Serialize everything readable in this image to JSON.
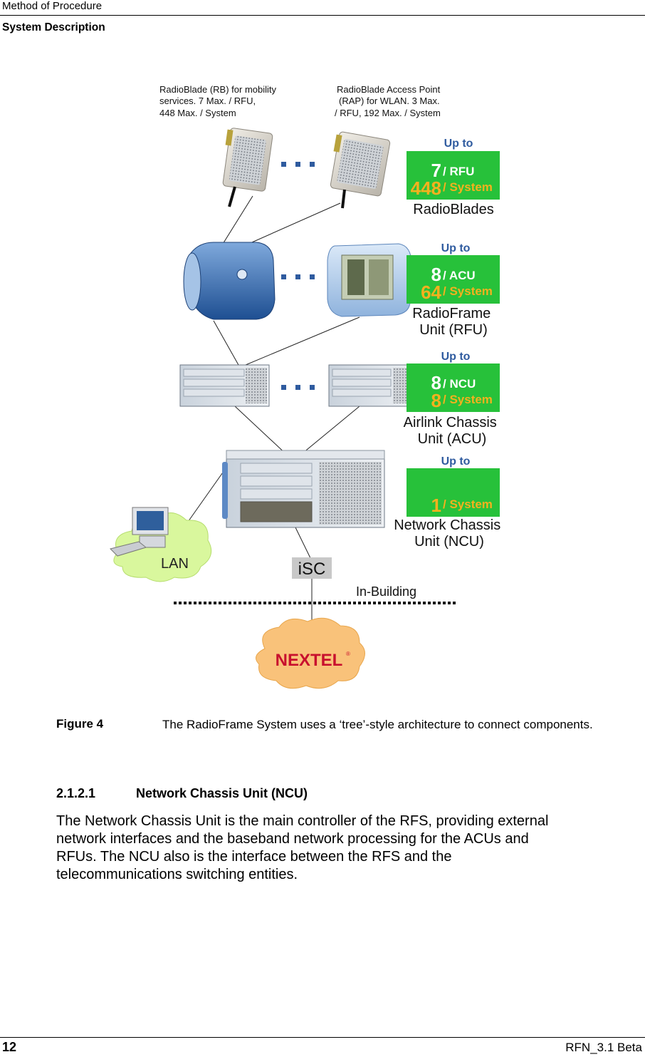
{
  "header": {
    "doc_type": "Method of Procedure",
    "section": "System Description"
  },
  "figure": {
    "rb_note": [
      "RadioBlade (RB) for mobility",
      "services. 7 Max. / RFU,",
      "448 Max. / System"
    ],
    "rap_note": [
      "RadioBlade Access Point",
      "(RAP) for WLAN. 3 Max.",
      "/ RFU, 192 Max. / System"
    ],
    "badges": [
      {
        "up_to": "Up to",
        "n1": "7",
        "u1": "/ RFU",
        "n2": "448",
        "u2": "/ System",
        "label": [
          "RadioBlades"
        ]
      },
      {
        "up_to": "Up to",
        "n1": "8",
        "u1": "/ ACU",
        "n2": "64",
        "u2": "/ System",
        "label": [
          "RadioFrame",
          "Unit (RFU)"
        ]
      },
      {
        "up_to": "Up to",
        "n1": "8",
        "u1": "/ NCU",
        "n2": "8",
        "u2": "/ System",
        "label": [
          "Airlink Chassis",
          "Unit (ACU)"
        ]
      },
      {
        "up_to": "Up to",
        "n1": "",
        "u1": "",
        "n2": "1",
        "u2": "/ System",
        "label": [
          "Network Chassis",
          "Unit (NCU)"
        ]
      }
    ],
    "lan": "LAN",
    "isc": "iSC",
    "in_building": "In-Building",
    "nextel": "NEXTEL",
    "nextel_mark": "®",
    "colors": {
      "badge_bg": "#27c13a",
      "number_orange": "#f5b11e",
      "up_to_blue": "#2f5b9f",
      "cloud_green": "#d9f79d",
      "cloud_orange": "#f9c27a"
    }
  },
  "caption": {
    "label": "Figure 4",
    "text": "The RadioFrame System uses a ‘tree’-style architecture to connect components."
  },
  "section": {
    "number": "2.1.2.1",
    "title": "Network Chassis Unit (NCU)",
    "lines": [
      "The Network Chassis Unit is the main controller of the RFS, providing external",
      "network interfaces and the baseband network processing for the ACUs and",
      "RFUs. The NCU also is the interface between the RFS and the",
      "telecommunications switching entities."
    ]
  },
  "footer": {
    "page": "12",
    "doc_id": "RFN_3.1 Beta"
  }
}
